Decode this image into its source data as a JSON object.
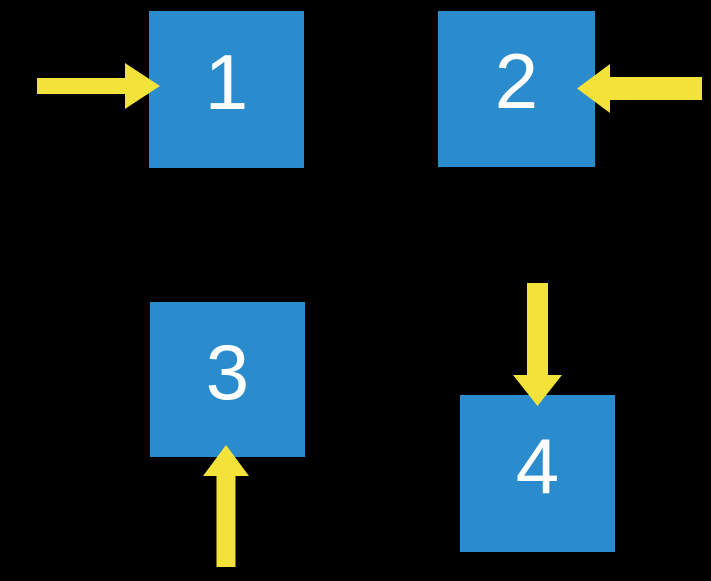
{
  "diagram": {
    "description": "Four blue numbered squares on a black background, each indicated by a yellow arrow from a different direction",
    "squares": [
      {
        "label": "1",
        "arrow_direction": "right",
        "arrow_enters_from": "left side"
      },
      {
        "label": "2",
        "arrow_direction": "left",
        "arrow_enters_from": "right side"
      },
      {
        "label": "3",
        "arrow_direction": "up",
        "arrow_enters_from": "bottom side"
      },
      {
        "label": "4",
        "arrow_direction": "down",
        "arrow_enters_from": "top side"
      }
    ],
    "colors": {
      "background": "#000000",
      "square_fill": "#2b8ccd",
      "arrow_fill": "#f2e23a",
      "number_text": "#ffffff"
    }
  }
}
